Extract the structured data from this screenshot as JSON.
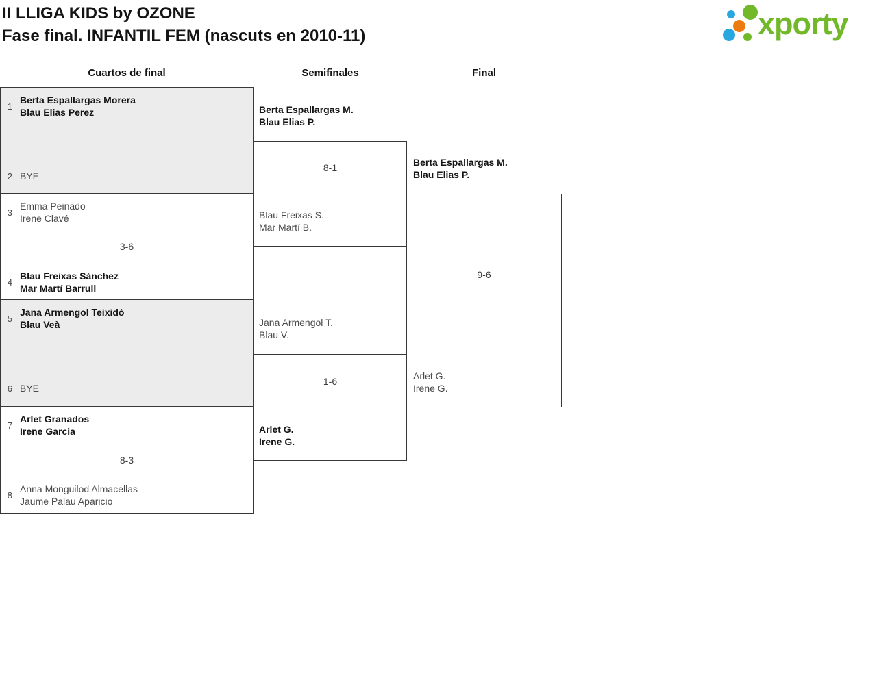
{
  "header": {
    "title_line1": "II LLIGA KIDS by OZONE",
    "title_line2": "Fase final. INFANTIL FEM (nascuts en 2010-11)"
  },
  "logo": {
    "wordmark": "xporty",
    "colors": {
      "green": "#72b92a",
      "blue": "#29a8e0",
      "orange": "#ec7c12"
    }
  },
  "rounds": [
    "Cuartos de final",
    "Semifinales",
    "Final"
  ],
  "bracket": {
    "quarterfinals": [
      {
        "seed_top": "1",
        "top_line1": "Berta Espallargas Morera",
        "top_line2": "Blau Elias Perez",
        "seed_bottom": "2",
        "bottom_line1": "BYE"
      },
      {
        "seed_top": "3",
        "top_line1": "Emma Peinado",
        "top_line2": "Irene Clavé",
        "score": "3-6",
        "seed_bottom": "4",
        "bottom_line1": "Blau Freixas Sánchez",
        "bottom_line2": "Mar Martí Barrull"
      },
      {
        "seed_top": "5",
        "top_line1": "Jana Armengol Teixidó",
        "top_line2": "Blau Veà",
        "seed_bottom": "6",
        "bottom_line1": "BYE"
      },
      {
        "seed_top": "7",
        "top_line1": "Arlet Granados",
        "top_line2": "Irene Garcia",
        "score": "8-3",
        "seed_bottom": "8",
        "bottom_line1": "Anna Monguilod Almacellas",
        "bottom_line2": "Jaume Palau Aparicio"
      }
    ],
    "semifinals": [
      {
        "top_line1": "Berta Espallargas M.",
        "top_line2": "Blau Elias P.",
        "score": "8-1",
        "bottom_line1": "Blau Freixas S.",
        "bottom_line2": "Mar Martí B."
      },
      {
        "top_line1": "Jana Armengol T.",
        "top_line2": "Blau V.",
        "score": "1-6",
        "bottom_line1": "Arlet G.",
        "bottom_line2": "Irene G."
      }
    ],
    "final": {
      "top_line1": "Berta Espallargas M.",
      "top_line2": "Blau Elias P.",
      "score": "9-6",
      "bottom_line1": "Arlet G.",
      "bottom_line2": "Irene G."
    }
  }
}
